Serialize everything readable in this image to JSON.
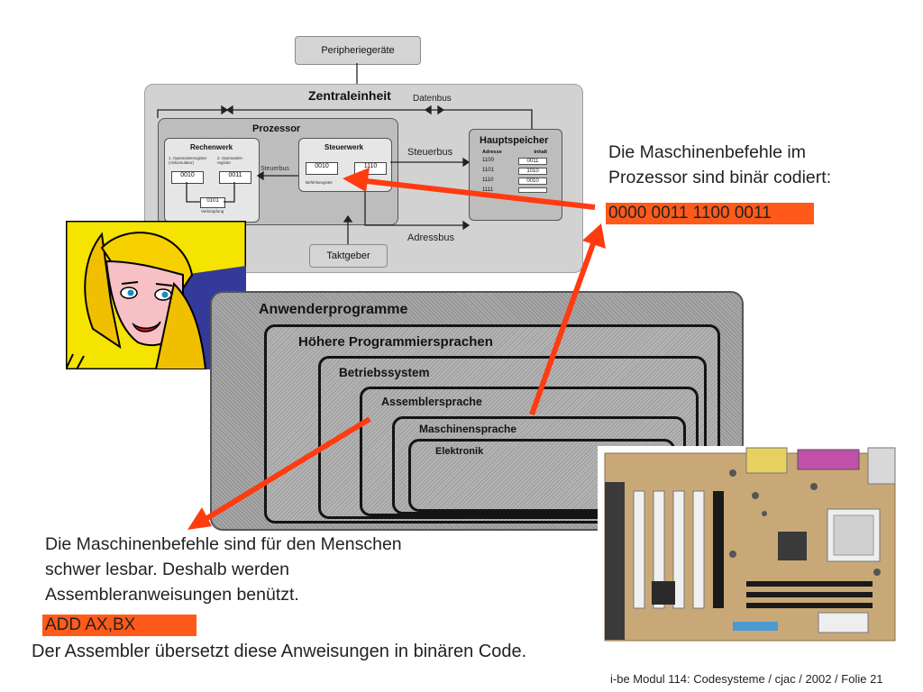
{
  "computer_diagram": {
    "peripherals_label": "Peripheriegeräte",
    "central_unit_title": "Zentraleinheit",
    "data_bus_label": "Datenbus",
    "processor_title": "Prozessor",
    "alu": {
      "title": "Rechenwerk",
      "operand1_label": "1. Operandenregister (Akkumulator)",
      "operand2_label": "2. Operanden-register",
      "operand1_value": "0010",
      "operand2_value": "0011",
      "result_value": "0101",
      "link_label": "Verknüpfung"
    },
    "control_bus_inner_label": "Steuerbus",
    "control_unit": {
      "title": "Steuerwerk",
      "value1": "0010",
      "value2": "1110",
      "register_label": "Befehlsregister"
    },
    "control_bus_label": "Steuerbus",
    "main_memory": {
      "title": "Hauptspeicher",
      "col_address": "Adresse",
      "col_content": "Inhalt",
      "rows": [
        {
          "address": "1100",
          "content": "0011"
        },
        {
          "address": "1101",
          "content": "1010"
        },
        {
          "address": "1110",
          "content": "0010"
        },
        {
          "address": "1111",
          "content": ""
        }
      ]
    },
    "address_bus_label": "Adressbus",
    "clock_label": "Taktgeber"
  },
  "layers": [
    "Anwenderprogramme",
    "Höhere Programmiersprachen",
    "Betriebssystem",
    "Assemblersprache",
    "Maschinensprache",
    "Elektronik"
  ],
  "machine_code_text": {
    "line1": "Die Maschinenbefehle im",
    "line2": "Prozessor sind binär codiert:",
    "binary": "0000 0011 1100 0011"
  },
  "assembler_text": {
    "line1": "Die Maschinenbefehle sind für den Menschen",
    "line2": "schwer lesbar. Deshalb werden",
    "line3": "Assembleranweisungen benützt.",
    "instruction": "ADD   AX,BX",
    "translation": "Der Assembler übersetzt diese Anweisungen in binären Code."
  },
  "footer": "i-be Modul 114: Codesysteme / cjac / 2002 / Folie 21",
  "colors": {
    "highlight": "#ff5a1a",
    "arrow": "#ff3b10"
  }
}
